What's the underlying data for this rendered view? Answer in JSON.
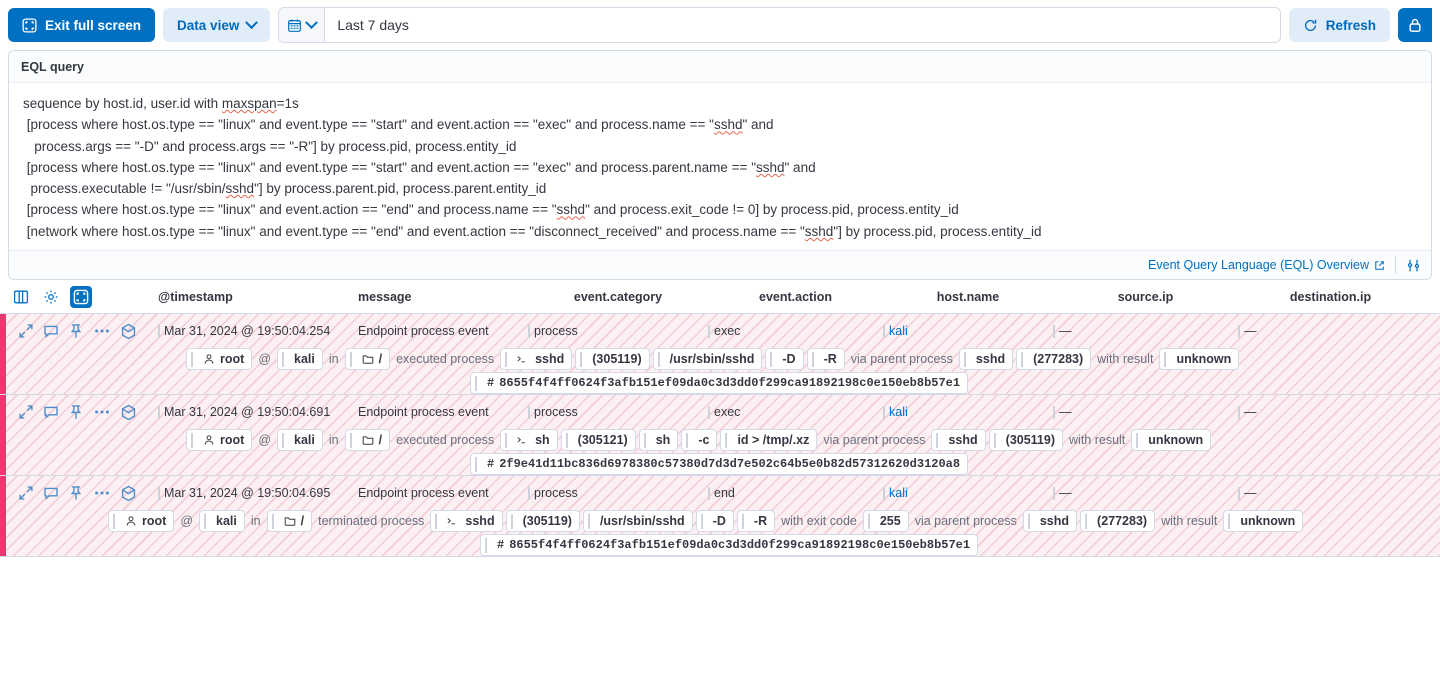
{
  "toolbar": {
    "exit_full_screen": "Exit full screen",
    "data_view": "Data view",
    "date_value": "Last 7 days",
    "refresh": "Refresh",
    "calendar_icon": "calendar-icon",
    "lock_icon": "lock-icon"
  },
  "query_panel": {
    "label": "EQL query",
    "lines": [
      "sequence by host.id, user.id with maxspan=1s",
      " [process where host.os.type == \"linux\" and event.type == \"start\" and event.action == \"exec\" and process.name == \"sshd\" and",
      "   process.args == \"-D\" and process.args == \"-R\"] by process.pid, process.entity_id",
      " [process where host.os.type == \"linux\" and event.type == \"start\" and event.action == \"exec\" and process.parent.name == \"sshd\" and",
      "  process.executable != \"/usr/sbin/sshd\"] by process.parent.pid, process.parent.entity_id",
      " [process where host.os.type == \"linux\" and event.action == \"end\" and process.name == \"sshd\" and process.exit_code != 0] by process.pid, process.entity_id",
      " [network where host.os.type == \"linux\" and event.type == \"end\" and event.action == \"disconnect_received\" and process.name == \"sshd\"] by process.pid, process.entity_id"
    ],
    "doc_link": "Event Query Language (EQL) Overview",
    "external_link_icon": "external-link-icon",
    "settings_icon": "sliders-icon"
  },
  "table": {
    "header_icons": [
      "columns-icon",
      "gear-icon",
      "full-screen-icon"
    ],
    "columns": [
      "@timestamp",
      "message",
      "event.category",
      "event.action",
      "host.name",
      "source.ip",
      "destination.ip"
    ],
    "row_action_icons": [
      "expand-icon",
      "comment-icon",
      "pin-icon",
      "more-icon",
      "analyzer-icon"
    ],
    "rows": [
      {
        "timestamp": "Mar 31, 2024 @ 19:50:04.254",
        "message": "Endpoint process event",
        "event_category": "process",
        "event_action": "exec",
        "host_name": "kali",
        "source_ip": "—",
        "destination_ip": "—",
        "summary": [
          {
            "type": "pill",
            "icon": "user-icon",
            "text": "root"
          },
          {
            "type": "text",
            "text": "@"
          },
          {
            "type": "pill",
            "text": "kali"
          },
          {
            "type": "text",
            "text": "in"
          },
          {
            "type": "pill",
            "icon": "folder-icon",
            "text": "/"
          },
          {
            "type": "text",
            "text": "executed process"
          },
          {
            "type": "pill",
            "icon": "console-icon",
            "text": "sshd"
          },
          {
            "type": "pill",
            "text": "(305119)"
          },
          {
            "type": "pill",
            "text": "/usr/sbin/sshd"
          },
          {
            "type": "pill",
            "text": "-D"
          },
          {
            "type": "pill",
            "text": "-R"
          },
          {
            "type": "text",
            "text": "via parent process"
          },
          {
            "type": "pill",
            "text": "sshd"
          },
          {
            "type": "pill",
            "text": "(277283)"
          },
          {
            "type": "text",
            "text": "with result"
          },
          {
            "type": "pill",
            "text": "unknown"
          }
        ],
        "hash": "8655f4f4ff0624f3afb151ef09da0c3d3dd0f299ca91892198c0e150eb8b57e1"
      },
      {
        "timestamp": "Mar 31, 2024 @ 19:50:04.691",
        "message": "Endpoint process event",
        "event_category": "process",
        "event_action": "exec",
        "host_name": "kali",
        "source_ip": "—",
        "destination_ip": "—",
        "summary": [
          {
            "type": "pill",
            "icon": "user-icon",
            "text": "root"
          },
          {
            "type": "text",
            "text": "@"
          },
          {
            "type": "pill",
            "text": "kali"
          },
          {
            "type": "text",
            "text": "in"
          },
          {
            "type": "pill",
            "icon": "folder-icon",
            "text": "/"
          },
          {
            "type": "text",
            "text": "executed process"
          },
          {
            "type": "pill",
            "icon": "console-icon",
            "text": "sh"
          },
          {
            "type": "pill",
            "text": "(305121)"
          },
          {
            "type": "pill",
            "text": "sh"
          },
          {
            "type": "pill",
            "text": "-c"
          },
          {
            "type": "pill",
            "text": "id > /tmp/.xz"
          },
          {
            "type": "text",
            "text": "via parent process"
          },
          {
            "type": "pill",
            "text": "sshd"
          },
          {
            "type": "pill",
            "text": "(305119)"
          },
          {
            "type": "text",
            "text": "with result"
          },
          {
            "type": "pill",
            "text": "unknown"
          }
        ],
        "hash": "2f9e41d11bc836d6978380c57380d7d3d7e502c64b5e0b82d57312620d3120a8"
      },
      {
        "timestamp": "Mar 31, 2024 @ 19:50:04.695",
        "message": "Endpoint process event",
        "event_category": "process",
        "event_action": "end",
        "host_name": "kali",
        "source_ip": "—",
        "destination_ip": "—",
        "summary": [
          {
            "type": "pill",
            "icon": "user-icon",
            "text": "root"
          },
          {
            "type": "text",
            "text": "@"
          },
          {
            "type": "pill",
            "text": "kali"
          },
          {
            "type": "text",
            "text": "in"
          },
          {
            "type": "pill",
            "icon": "folder-icon",
            "text": "/"
          },
          {
            "type": "text",
            "text": "terminated process"
          },
          {
            "type": "pill",
            "icon": "console-icon",
            "text": "sshd"
          },
          {
            "type": "pill",
            "text": "(305119)"
          },
          {
            "type": "pill",
            "text": "/usr/sbin/sshd"
          },
          {
            "type": "pill",
            "text": "-D"
          },
          {
            "type": "pill",
            "text": "-R"
          },
          {
            "type": "text",
            "text": "with exit code"
          },
          {
            "type": "pill",
            "text": "255"
          },
          {
            "type": "text",
            "text": "via parent process"
          },
          {
            "type": "pill",
            "text": "sshd"
          },
          {
            "type": "pill",
            "text": "(277283)"
          },
          {
            "type": "text",
            "text": "with result"
          },
          {
            "type": "pill",
            "text": "unknown"
          }
        ],
        "hash": "8655f4f4ff0624f3afb151ef09da0c3d3dd0f299ca91892198c0e150eb8b57e1"
      }
    ]
  },
  "colors": {
    "primary": "#0071c2",
    "soft": "#e0edf8",
    "row_stripe": "#fdf0f3",
    "row_accent": "#e7396f"
  }
}
